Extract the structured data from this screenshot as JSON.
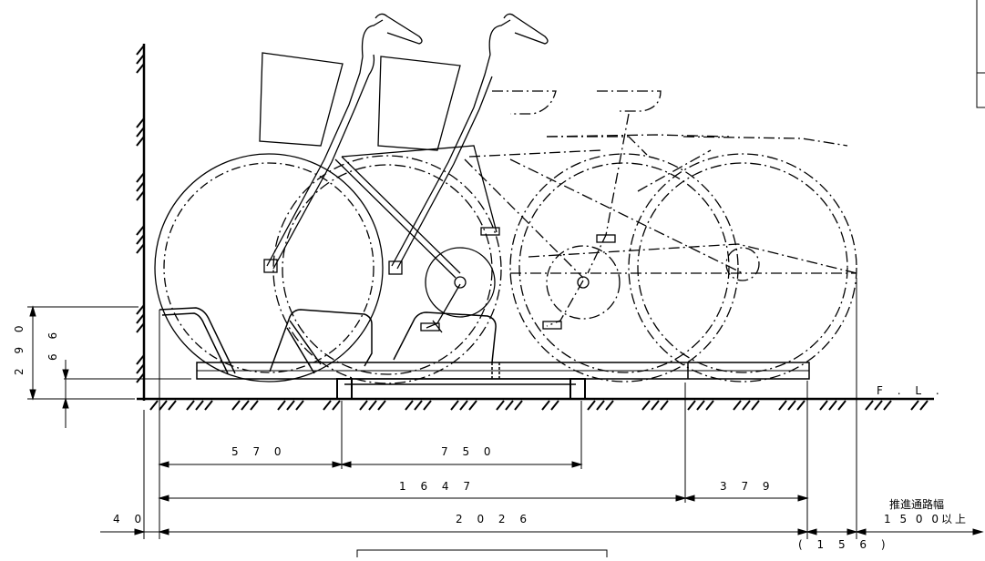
{
  "dimensions": {
    "height_290": "2 9 0",
    "height_66": "6 6",
    "d_570": "5 7 0",
    "d_750": "7 5 0",
    "d_1647": "1 6 4 7",
    "d_379": "3 7 9",
    "d_40": "4 0",
    "d_2026": "2 0 2 6",
    "d_156": "( 1 5 6 )"
  },
  "labels": {
    "floor_level": "F . L .",
    "aisle_title": "推進通路幅",
    "aisle_value": "1 5 0 0以上"
  }
}
